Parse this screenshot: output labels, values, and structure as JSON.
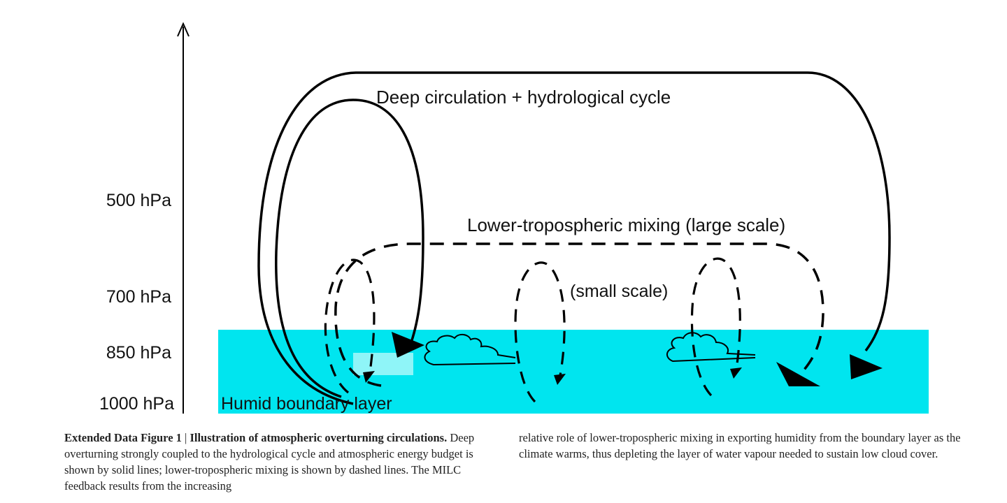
{
  "diagram": {
    "pressure_levels": [
      "500 hPa",
      "700 hPa",
      "850 hPa",
      "1000 hPa"
    ],
    "labels": {
      "deep": "Deep circulation + hydrological cycle",
      "lower_large": "Lower-tropospheric mixing (large scale)",
      "small": "(small scale)",
      "boundary": "Humid boundary layer"
    },
    "colors": {
      "boundary_layer": "#00e5ef",
      "boundary_highlight": "#8ff5f8",
      "lines": "#000000"
    }
  },
  "caption": {
    "figure_label": "Extended Data Figure 1",
    "separator": "|",
    "title": "Illustration of atmospheric overturning circulations.",
    "body_left": "Deep overturning strongly coupled to the hydrological cycle and atmospheric energy budget is shown by solid lines; lower-tropospheric mixing is shown by dashed lines. The MILC feedback results from the increasing",
    "body_right": "relative role of lower-tropospheric mixing in exporting humidity from the boundary layer as the climate warms, thus depleting the layer of water vapour needed to sustain low cloud cover."
  }
}
